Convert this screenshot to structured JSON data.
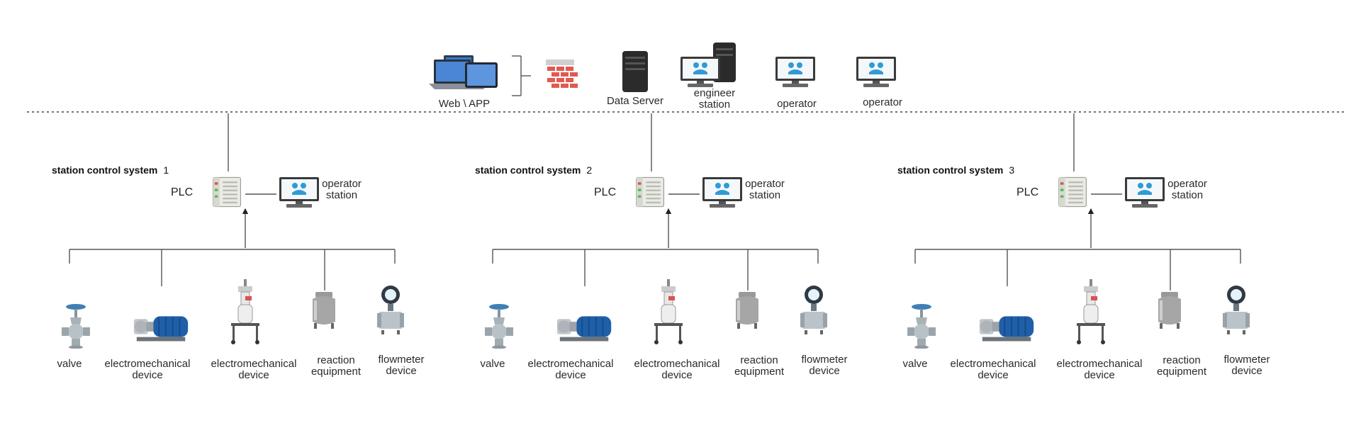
{
  "top": {
    "web_app": "Web \\ APP",
    "data_server": "Data Server",
    "engineer_station": "engineer\nstation",
    "operator_1": "operator",
    "operator_2": "operator"
  },
  "stations": [
    {
      "title": "station control system",
      "number": "1",
      "plc": "PLC",
      "operator_station": "operator\nstation",
      "devices": [
        "valve",
        "electromechanical\ndevice",
        "electromechanical\ndevice",
        "reaction\nequipment",
        "flowmeter\ndevice"
      ]
    },
    {
      "title": "station control system",
      "number": "2",
      "plc": "PLC",
      "operator_station": "operator\nstation",
      "devices": [
        "valve",
        "electromechanical\ndevice",
        "electromechanical\ndevice",
        "reaction\nequipment",
        "flowmeter\ndevice"
      ]
    },
    {
      "title": "station control system",
      "number": "3",
      "plc": "PLC",
      "operator_station": "operator\nstation",
      "devices": [
        "valve",
        "electromechanical\ndevice",
        "electromechanical\ndevice",
        "reaction\nequipment",
        "flowmeter\ndevice"
      ]
    }
  ],
  "colors": {
    "firewall": "#e05a4f",
    "monitor_screen": "#2f9bd6",
    "pump_motor": "#1f5fa8",
    "server": "#2b2b2b"
  }
}
